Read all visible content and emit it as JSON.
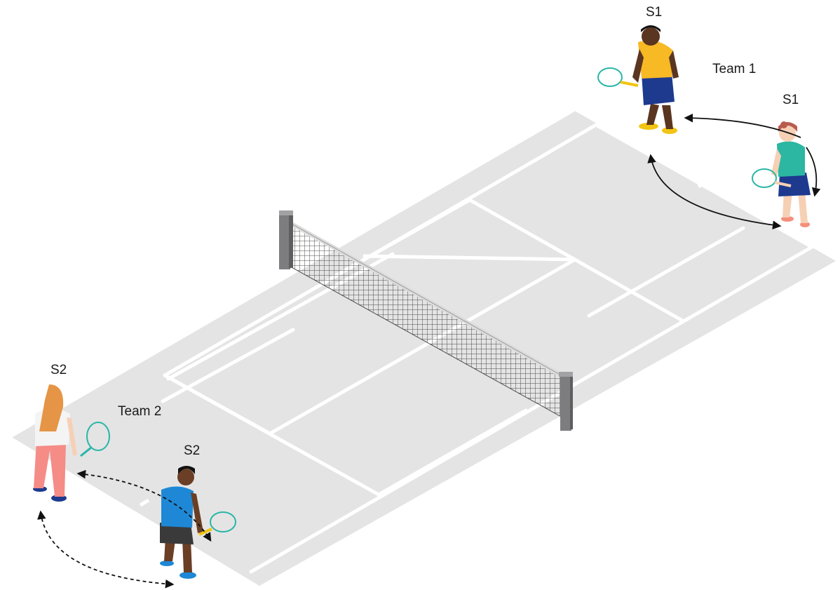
{
  "labels": {
    "team1": "Team 1",
    "team2": "Team 2",
    "team1_server_a": "S1",
    "team1_server_b": "S1",
    "team2_server_a": "S2",
    "team2_server_b": "S2"
  },
  "colors": {
    "court": "#e4e4e5",
    "court_line": "#ffffff",
    "net_post": "#7d7d7f",
    "net_mesh": "#3a3a3a",
    "paddle": "#2ab6a6",
    "arrow": "#111111"
  },
  "arrows": {
    "team1": "solid",
    "team2": "dashed"
  }
}
